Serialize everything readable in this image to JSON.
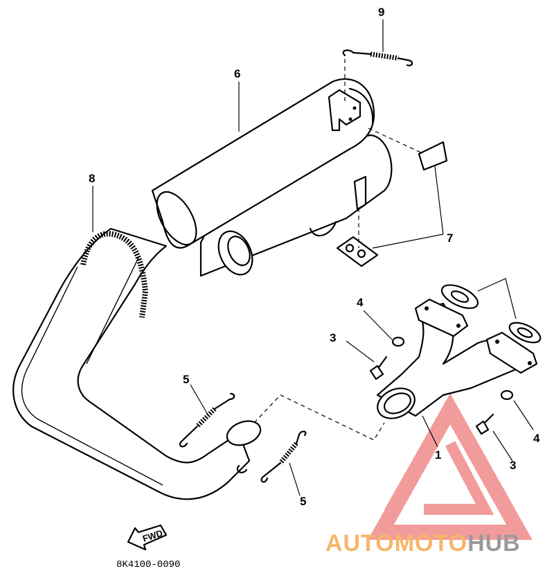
{
  "callouts": [
    {
      "label": "1"
    },
    {
      "label": "3"
    },
    {
      "label": "3"
    },
    {
      "label": "4"
    },
    {
      "label": "4"
    },
    {
      "label": "5"
    },
    {
      "label": "5"
    },
    {
      "label": "6"
    },
    {
      "label": "7"
    },
    {
      "label": "8"
    },
    {
      "label": "9"
    }
  ],
  "fwd_label": "FWD",
  "part_number": "8K4100-0090",
  "watermark": {
    "part1": "AUTOMOTO",
    "part2": "HUB",
    "colors": {
      "logo": "#f08a8a",
      "part1": "#f5b66a",
      "part2": "#9a9a9a"
    }
  },
  "colors": {
    "line": "#000000",
    "background": "#ffffff"
  }
}
